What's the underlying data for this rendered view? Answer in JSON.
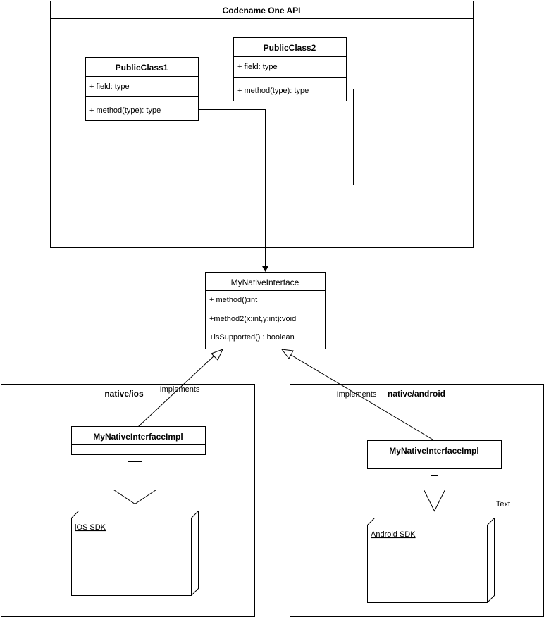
{
  "packages": {
    "api": {
      "title": "Codename One API"
    },
    "ios": {
      "title": "native/ios"
    },
    "android": {
      "title": "native/android"
    }
  },
  "classes": {
    "public_class1": {
      "name": "PublicClass1",
      "field": "+ field: type",
      "method": "+ method(type): type"
    },
    "public_class2": {
      "name": "PublicClass2",
      "field": "+ field: type",
      "method": "+ method(type): type"
    },
    "native_interface": {
      "name": "MyNativeInterface",
      "methods": [
        "+ method():int",
        "+method2(x:int,y:int):void",
        "+isSupported() : boolean"
      ]
    },
    "ios_impl": {
      "name": "MyNativeInterfaceImpl"
    },
    "android_impl": {
      "name": "MyNativeInterfaceImpl"
    }
  },
  "nodes": {
    "ios_sdk": "iOS SDK",
    "android_sdk": "Android SDK"
  },
  "labels": {
    "implements_ios": "Implements",
    "implements_android": "Implements",
    "free_text": "Text"
  }
}
